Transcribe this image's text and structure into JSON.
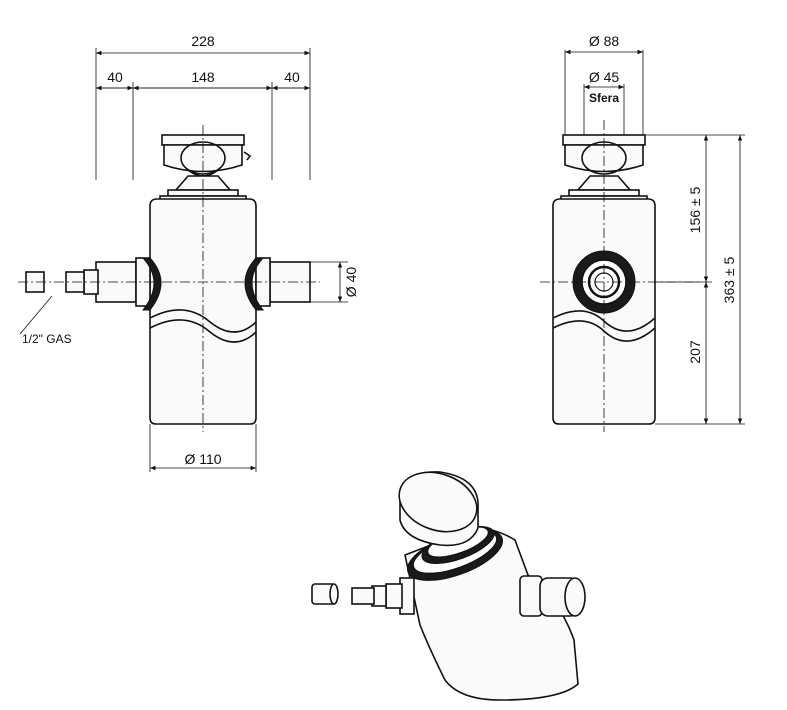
{
  "front_view": {
    "overall_width": "228",
    "left_offset": "40",
    "middle_width": "148",
    "right_offset": "40",
    "port_diameter": "Ø 40",
    "body_diameter": "Ø 110",
    "fitting_label": "1/2\" GAS"
  },
  "side_view": {
    "head_diameter": "Ø 88",
    "ball_diameter": "Ø 45",
    "ball_label": "Sfera",
    "upper_height": "156 ± 5",
    "lower_height": "207",
    "total_height": "363 ± 5"
  }
}
